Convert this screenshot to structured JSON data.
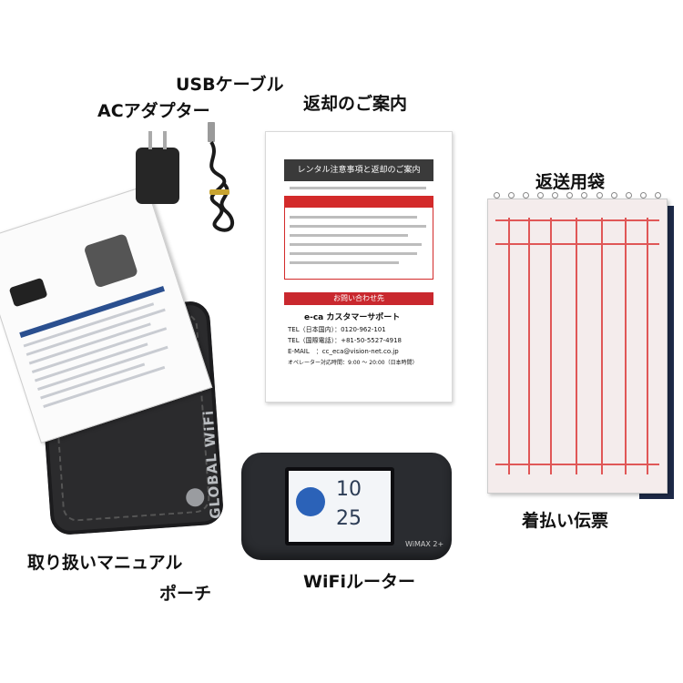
{
  "labels": {
    "usb_cable": "USBケーブル",
    "ac_adapter": "ACアダプター",
    "return_guide": "返却のご案内",
    "return_bag": "返送用袋",
    "cod_slip": "着払い伝票",
    "manual": "取り扱いマニュアル",
    "pouch": "ポーチ",
    "router": "WiFiルーター"
  },
  "pouch": {
    "brand": "GLOBAL WiFi"
  },
  "guide": {
    "title": "レンタル注意事項と返却のご案内",
    "contact_header": "お問い合わせ先",
    "support_name": "e-ca カスタマーサポート",
    "tel_domestic": "TEL（日本国内）：0120-962-101",
    "tel_intl": "TEL（国際電話）：+81-50-5527-4918",
    "email": "E-MAIL　：cc_eca@vision-net.co.jp",
    "hours": "オペレーター対応時間：9:00 〜 20:00（日本時間）"
  },
  "router": {
    "time_hour": "10",
    "time_min": "25",
    "model": "WiMAX 2+"
  },
  "colors": {
    "pouch": "#2b2b2d",
    "router": "#2a2c30",
    "slip_red": "#e05757",
    "bag_navy": "#1e2a49"
  }
}
